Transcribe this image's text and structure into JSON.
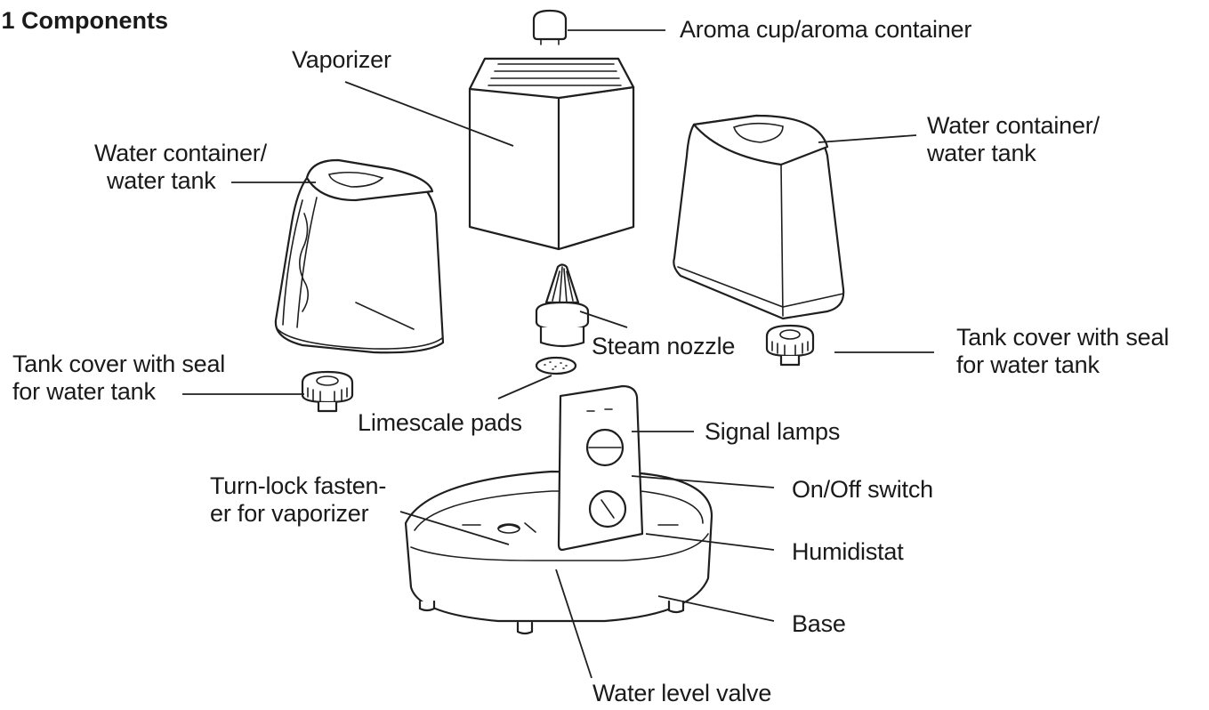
{
  "heading": ".1 Components",
  "labels": {
    "aroma_cup": "Aroma cup/aroma container",
    "vaporizer": "Vaporizer",
    "water_container_left": [
      "Water container/",
      "water tank"
    ],
    "water_container_right": [
      "Water container/",
      "water tank"
    ],
    "steam_nozzle": "Steam nozzle",
    "tank_cover_left": [
      "Tank cover with seal",
      "for water tank"
    ],
    "tank_cover_right": [
      "Tank cover with seal",
      "for water tank"
    ],
    "limescale_pads": "Limescale pads",
    "signal_lamps": "Signal lamps",
    "on_off_switch": "On/Off switch",
    "turn_lock": [
      "Turn-lock fasten-",
      "er for vaporizer"
    ],
    "humidistat": "Humidistat",
    "base": "Base",
    "water_level_valve": "Water level valve"
  }
}
